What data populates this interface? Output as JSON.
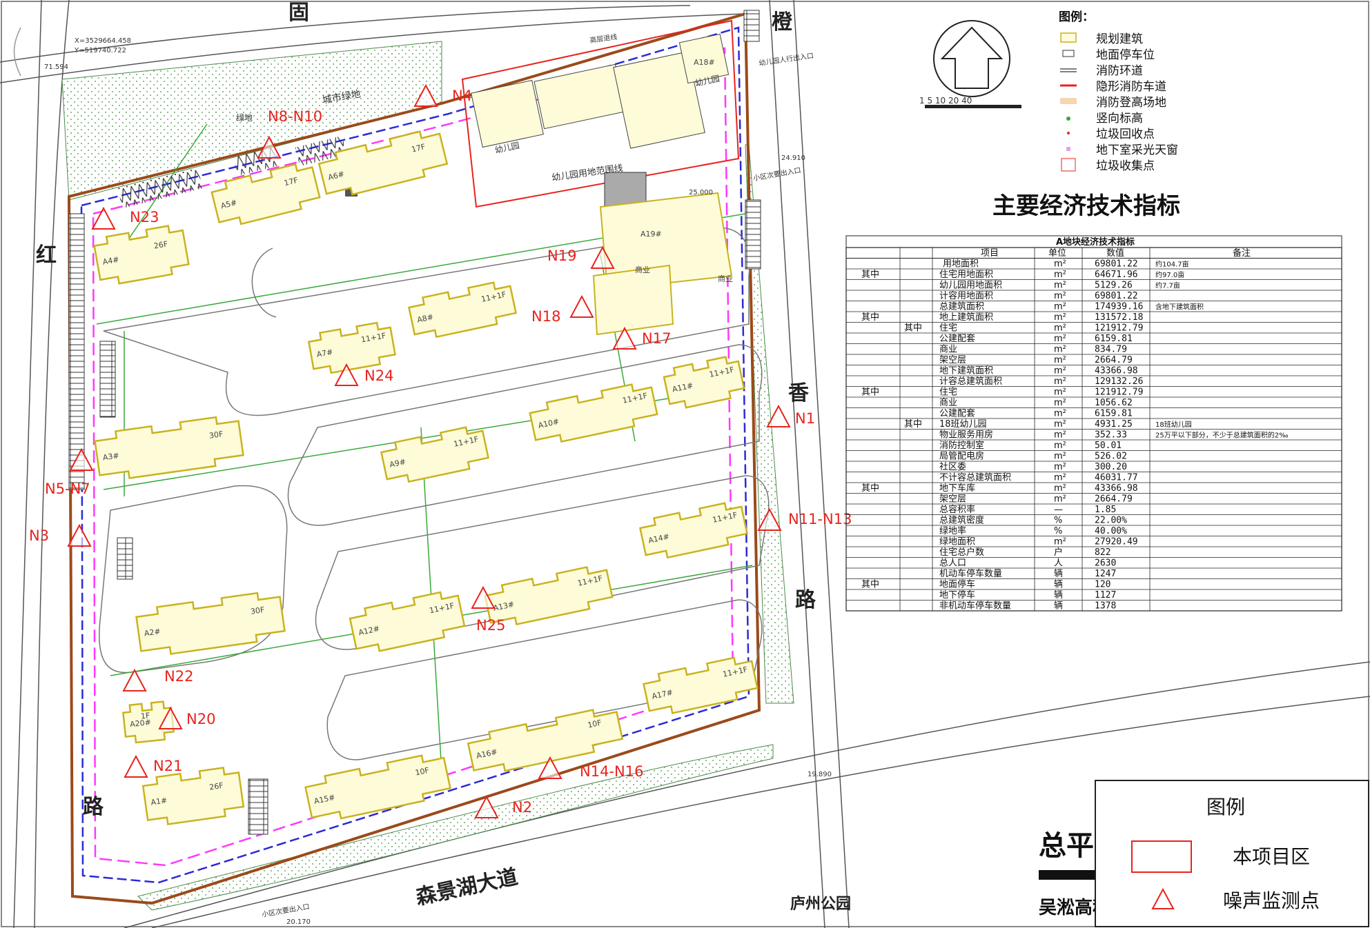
{
  "roads": {
    "north": "固",
    "east1": "橙",
    "east2": "香",
    "east3": "路",
    "west1": "红",
    "west2": "路",
    "south": "森景湖大道",
    "park": "庐州公园"
  },
  "map_labels": {
    "coord_x": "X=3529664.458",
    "coord_y": "Y=519740.722",
    "elev_nw": "71.594",
    "elev_ne": "24.910",
    "elev_se": "19.890",
    "elev_s": "20.170",
    "elev_center": "25.000",
    "greenbelt1": "城市绿地",
    "greenbelt2": "绿地",
    "kinder_label": "幼儿园",
    "kinder_label2": "幼儿园",
    "kinder_range": "幼儿园用地范围线",
    "kinder_entry": "幼儿园人行出入口",
    "community_entry": "小区次要出入口",
    "south_entry": "小区次要出入口",
    "highrise_line": "高层退线",
    "commercial": "商业",
    "commercial2": "商业",
    "a19": "A19#",
    "a18": "A18#"
  },
  "buildings": [
    {
      "id": "A1#",
      "floors": "26F"
    },
    {
      "id": "A2#",
      "floors": "30F"
    },
    {
      "id": "A3#",
      "floors": "30F"
    },
    {
      "id": "A4#",
      "floors": "26F"
    },
    {
      "id": "A5#",
      "floors": "17F"
    },
    {
      "id": "A6#",
      "floors": "17F"
    },
    {
      "id": "A7#",
      "floors": "11+1F"
    },
    {
      "id": "A8#",
      "floors": "11+1F"
    },
    {
      "id": "A9#",
      "floors": "11+1F"
    },
    {
      "id": "A10#",
      "floors": "11+1F"
    },
    {
      "id": "A11#",
      "floors": "11+1F"
    },
    {
      "id": "A12#",
      "floors": "11+1F"
    },
    {
      "id": "A13#",
      "floors": "11+1F"
    },
    {
      "id": "A14#",
      "floors": "11+1F"
    },
    {
      "id": "A15#",
      "floors": "10F"
    },
    {
      "id": "A16#",
      "floors": "10F"
    },
    {
      "id": "A17#",
      "floors": "11+1F"
    },
    {
      "id": "A20#",
      "floors": "1F"
    }
  ],
  "noise_points": [
    "N1",
    "N2",
    "N3",
    "N4",
    "N5-N7",
    "N8-N10",
    "N11-N13",
    "N14-N16",
    "N17",
    "N18",
    "N19",
    "N20",
    "N21",
    "N22",
    "N23",
    "N24",
    "N25"
  ],
  "north_arrow": {
    "scale": "1 5 10   20          40"
  },
  "legend_top": {
    "title": "图例：",
    "items": [
      "规划建筑",
      "地面停车位",
      "消防环道",
      "隐形消防车道",
      "消防登高场地",
      "竖向标高",
      "垃圾回收点",
      "地下室采光天窗",
      "垃圾收集点"
    ]
  },
  "kpi": {
    "heading": "主要经济技术指标",
    "table_title": "A地块经济技术指标",
    "headers": [
      "项目",
      "单位",
      "数值",
      "备注"
    ],
    "rows": [
      {
        "g": "",
        "s": "",
        "name": "用地面积",
        "unit": "m²",
        "val": "69801.22",
        "note": "约104.7亩"
      },
      {
        "g": "其中",
        "s": "",
        "name": "住宅用地面积",
        "unit": "m²",
        "val": "64671.96",
        "note": "约97.0亩"
      },
      {
        "g": "",
        "s": "",
        "name": "幼儿园用地面积",
        "unit": "m²",
        "val": "5129.26",
        "note": "约7.7亩"
      },
      {
        "g": "",
        "s": "",
        "name": "计容用地面积",
        "unit": "m²",
        "val": "69801.22",
        "note": ""
      },
      {
        "g": "",
        "s": "",
        "name": "总建筑面积",
        "unit": "m²",
        "val": "174939.16",
        "note": "含地下建筑面积"
      },
      {
        "g": "其中",
        "s": "",
        "name": "地上建筑面积",
        "unit": "m²",
        "val": "131572.18",
        "note": ""
      },
      {
        "g": "",
        "s": "其中",
        "name": "住宅",
        "unit": "m²",
        "val": "121912.79",
        "note": ""
      },
      {
        "g": "",
        "s": "",
        "name": "公建配套",
        "unit": "m²",
        "val": "6159.81",
        "note": ""
      },
      {
        "g": "",
        "s": "",
        "name": "商业",
        "unit": "m²",
        "val": "834.79",
        "note": ""
      },
      {
        "g": "",
        "s": "",
        "name": "架空层",
        "unit": "m²",
        "val": "2664.79",
        "note": ""
      },
      {
        "g": "",
        "s": "",
        "name": "地下建筑面积",
        "unit": "m²",
        "val": "43366.98",
        "note": ""
      },
      {
        "g": "",
        "s": "",
        "name": "计容总建筑面积",
        "unit": "m²",
        "val": "129132.26",
        "note": ""
      },
      {
        "g": "其中",
        "s": "",
        "name": "住宅",
        "unit": "m²",
        "val": "121912.79",
        "note": ""
      },
      {
        "g": "",
        "s": "",
        "name": "商业",
        "unit": "m²",
        "val": "1056.62",
        "note": ""
      },
      {
        "g": "",
        "s": "",
        "name": "公建配套",
        "unit": "m²",
        "val": "6159.81",
        "note": ""
      },
      {
        "g": "",
        "s": "其中",
        "name": "18班幼儿园",
        "unit": "m²",
        "val": "4931.25",
        "note": "18班幼儿园"
      },
      {
        "g": "",
        "s": "",
        "name": "物业服务用房",
        "unit": "m²",
        "val": "352.33",
        "note": "25万平以下部分，不少于总建筑面积的2‰"
      },
      {
        "g": "",
        "s": "",
        "name": "消防控制室",
        "unit": "m²",
        "val": "50.01",
        "note": ""
      },
      {
        "g": "",
        "s": "",
        "name": "局管配电房",
        "unit": "m²",
        "val": "526.02",
        "note": ""
      },
      {
        "g": "",
        "s": "",
        "name": "社区委",
        "unit": "m²",
        "val": "300.20",
        "note": ""
      },
      {
        "g": "",
        "s": "",
        "name": "不计容总建筑面积",
        "unit": "m²",
        "val": "46031.77",
        "note": ""
      },
      {
        "g": "其中",
        "s": "",
        "name": "地下车库",
        "unit": "m²",
        "val": "43366.98",
        "note": ""
      },
      {
        "g": "",
        "s": "",
        "name": "架空层",
        "unit": "m²",
        "val": "2664.79",
        "note": ""
      },
      {
        "g": "",
        "s": "",
        "name": "总容积率",
        "unit": "—",
        "val": "1.85",
        "note": ""
      },
      {
        "g": "",
        "s": "",
        "name": "总建筑密度",
        "unit": "%",
        "val": "22.00%",
        "note": ""
      },
      {
        "g": "",
        "s": "",
        "name": "绿地率",
        "unit": "%",
        "val": "40.00%",
        "note": ""
      },
      {
        "g": "",
        "s": "",
        "name": "绿地面积",
        "unit": "m²",
        "val": "27920.49",
        "note": ""
      },
      {
        "g": "",
        "s": "",
        "name": "住宅总户数",
        "unit": "户",
        "val": "822",
        "note": ""
      },
      {
        "g": "",
        "s": "",
        "name": "总人口",
        "unit": "人",
        "val": "2630",
        "note": ""
      },
      {
        "g": "",
        "s": "",
        "name": "机动车停车数量",
        "unit": "辆",
        "val": "1247",
        "note": ""
      },
      {
        "g": "其中",
        "s": "",
        "name": "地面停车",
        "unit": "辆",
        "val": "120",
        "note": ""
      },
      {
        "g": "",
        "s": "",
        "name": "地下停车",
        "unit": "辆",
        "val": "1127",
        "note": ""
      },
      {
        "g": "",
        "s": "",
        "name": "非机动车停车数量",
        "unit": "辆",
        "val": "1378",
        "note": ""
      }
    ]
  },
  "title_block": {
    "title_part": "总平",
    "company_part": "吴淞高科"
  },
  "legend_box": {
    "title": "图例",
    "project_area": "本项目区",
    "noise_point": "噪声监测点"
  },
  "colors": {
    "accent_red": "#e8231c",
    "building_fill": "#fdfbd8",
    "building_stroke": "#c9b21e",
    "road_green": "#3aa83a",
    "fire_lane_pink": "#ff38ff",
    "boundary_blue": "#2a2ad8",
    "site_brown": "#9b4a1a"
  }
}
